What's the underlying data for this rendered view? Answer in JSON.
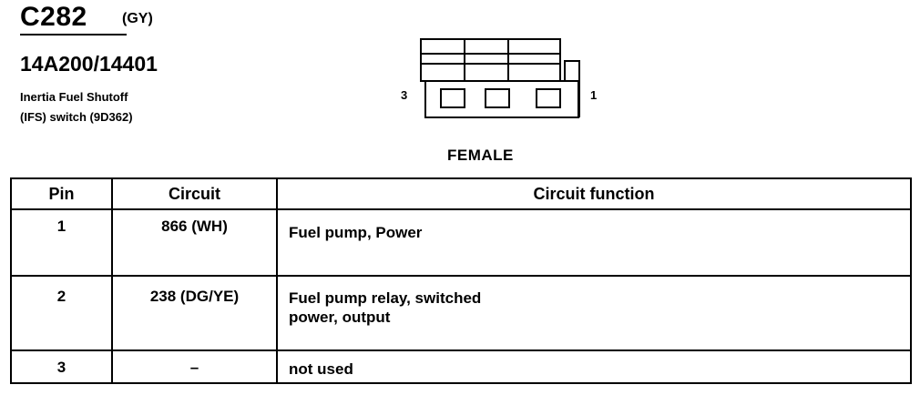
{
  "header": {
    "connector_code": "C282",
    "connector_color": "(GY)",
    "part_number": "14A200/14401",
    "description_line1": "Inertia Fuel Shutoff",
    "description_line2": "(IFS) switch (9D362)"
  },
  "diagram": {
    "left_pin_label": "3",
    "right_pin_label": "1",
    "gender": "FEMALE"
  },
  "table": {
    "headers": {
      "pin": "Pin",
      "circuit": "Circuit",
      "function": "Circuit function"
    },
    "rows": [
      {
        "pin": "1",
        "circuit": "866 (WH)",
        "function_line1": "Fuel pump, Power",
        "function_line2": ""
      },
      {
        "pin": "2",
        "circuit": "238 (DG/YE)",
        "function_line1": "Fuel pump relay, switched",
        "function_line2": "power, output"
      },
      {
        "pin": "3",
        "circuit": "–",
        "function_line1": "not used",
        "function_line2": ""
      }
    ]
  }
}
